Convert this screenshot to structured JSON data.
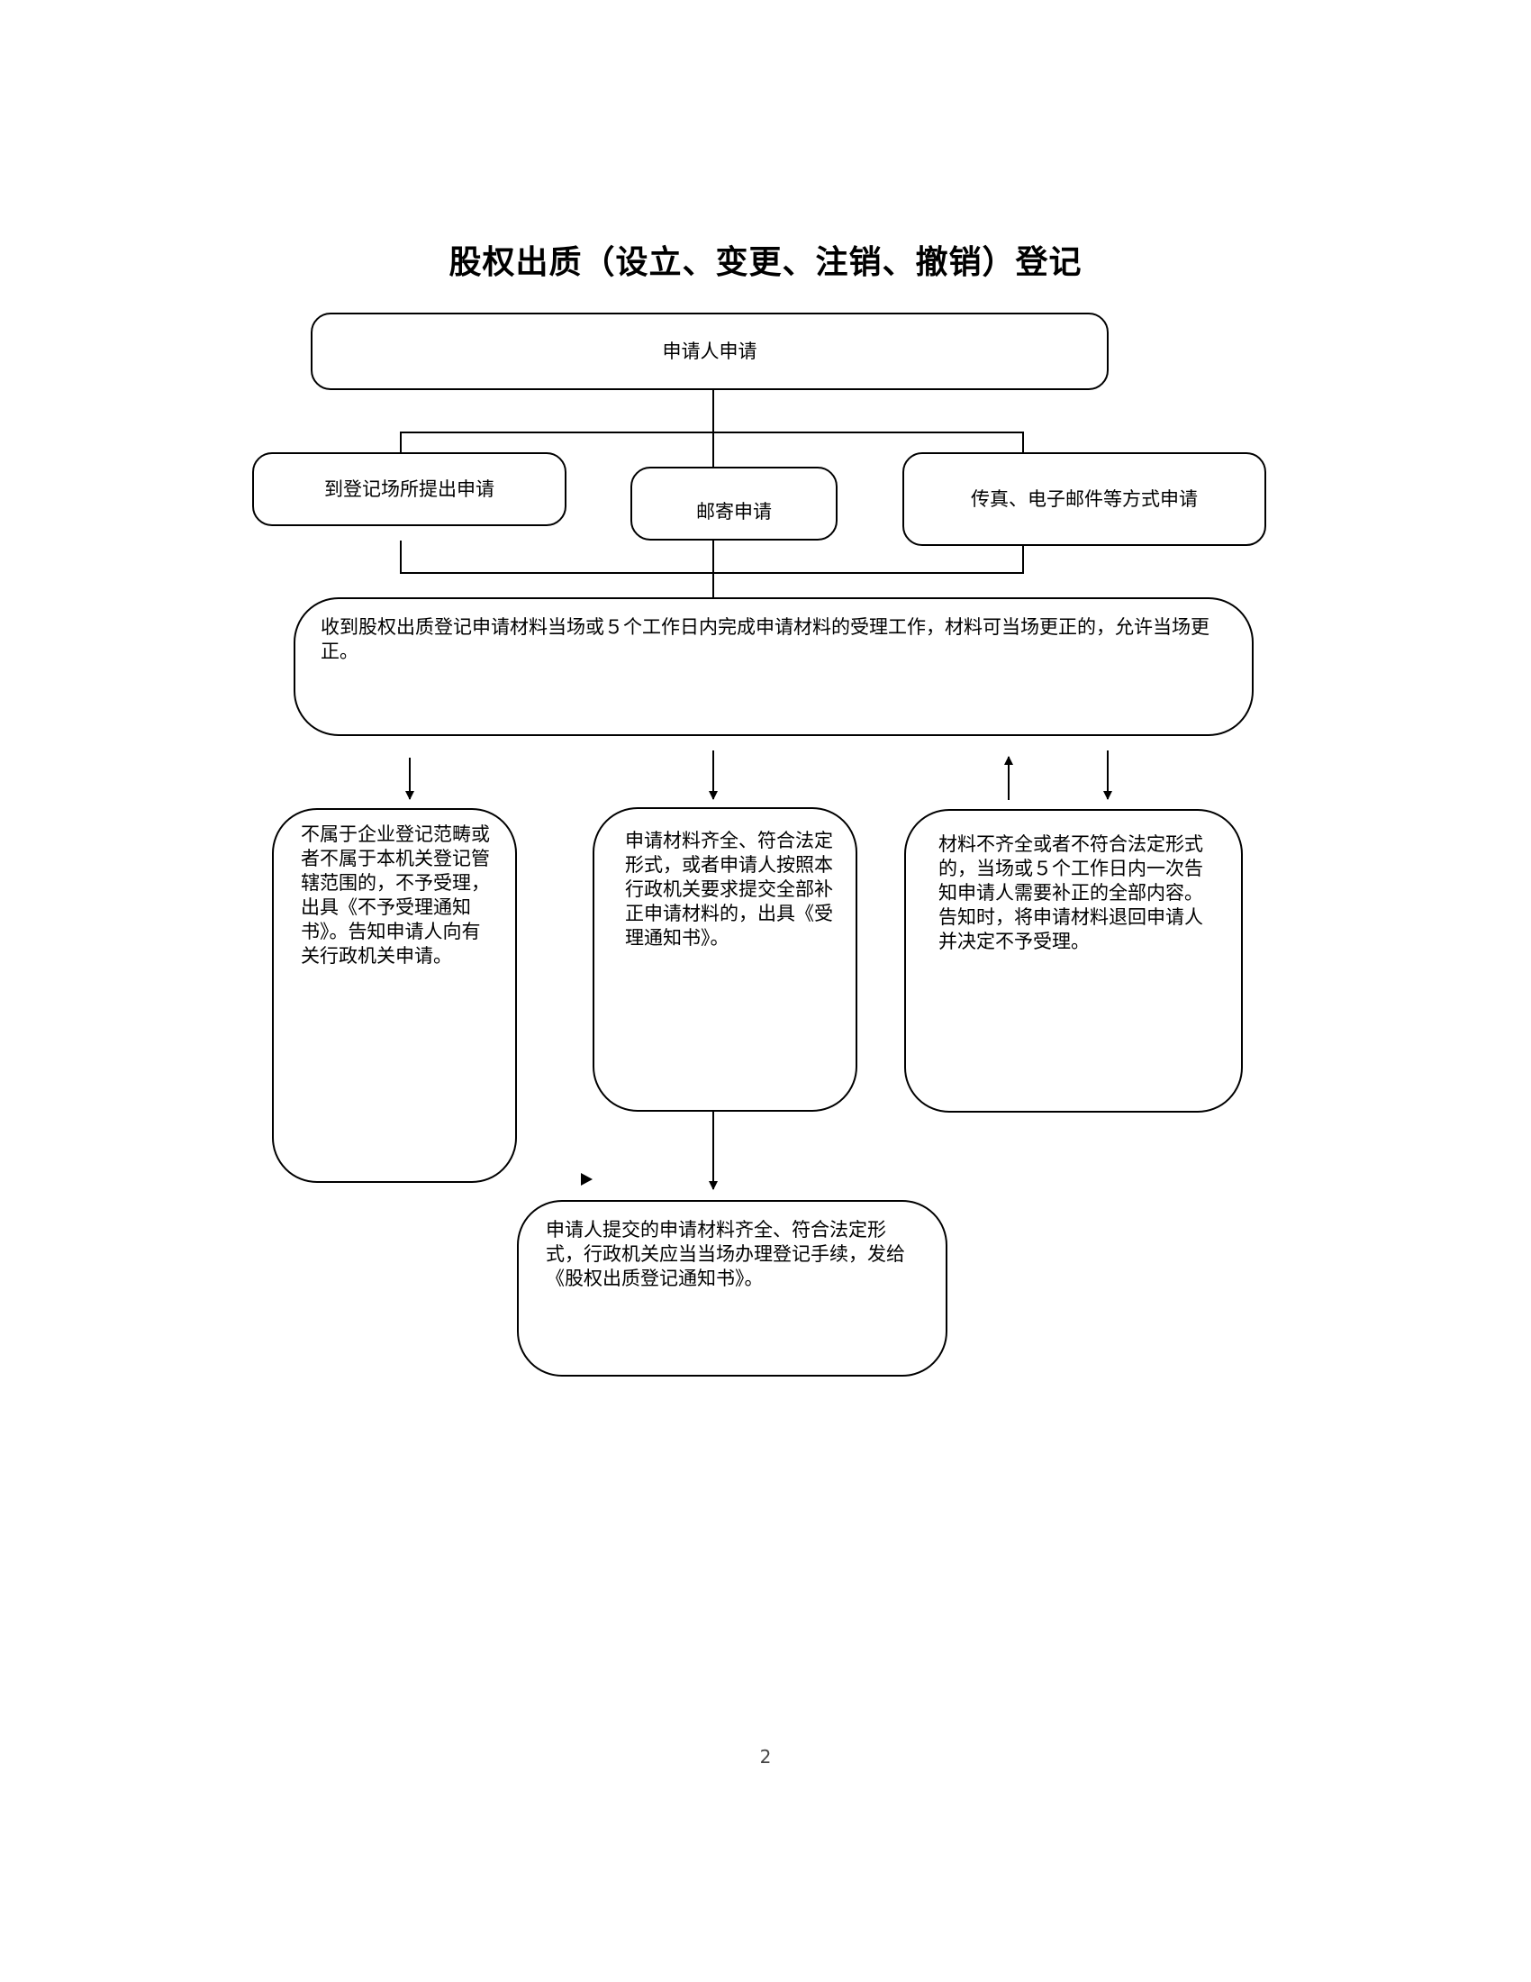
{
  "title": "股权出质（设立、变更、注销、撤销）登记",
  "nodes": {
    "apply": "申请人申请",
    "onsite": "到登记场所提出申请",
    "mail": "邮寄申请",
    "fax": "传真、电子邮件等方式申请",
    "receive": "收到股权出质登记申请材料当场或５个工作日内完成申请材料的受理工作，材料可当场更正的，允许当场更正。",
    "reject": "不属于企业登记范畴或者不属于本机关登记管辖范围的，不予受理，出具《不予受理通知书》。告知申请人向有关行政机关申请。",
    "accept": "申请材料齐全、符合法定形式，或者申请人按照本行政机关要求提交全部补正申请材料的，出具《受理通知书》。",
    "supplement": "材料不齐全或者不符合法定形式的，当场或５个工作日内一次告知申请人需要补正的全部内容。告知时，将申请材料退回申请人并决定不予受理。",
    "issue": "申请人提交的申请材料齐全、符合法定形式，行政机关应当当场办理登记手续，发给《股权出质登记通知书》。"
  },
  "page_number": "2"
}
